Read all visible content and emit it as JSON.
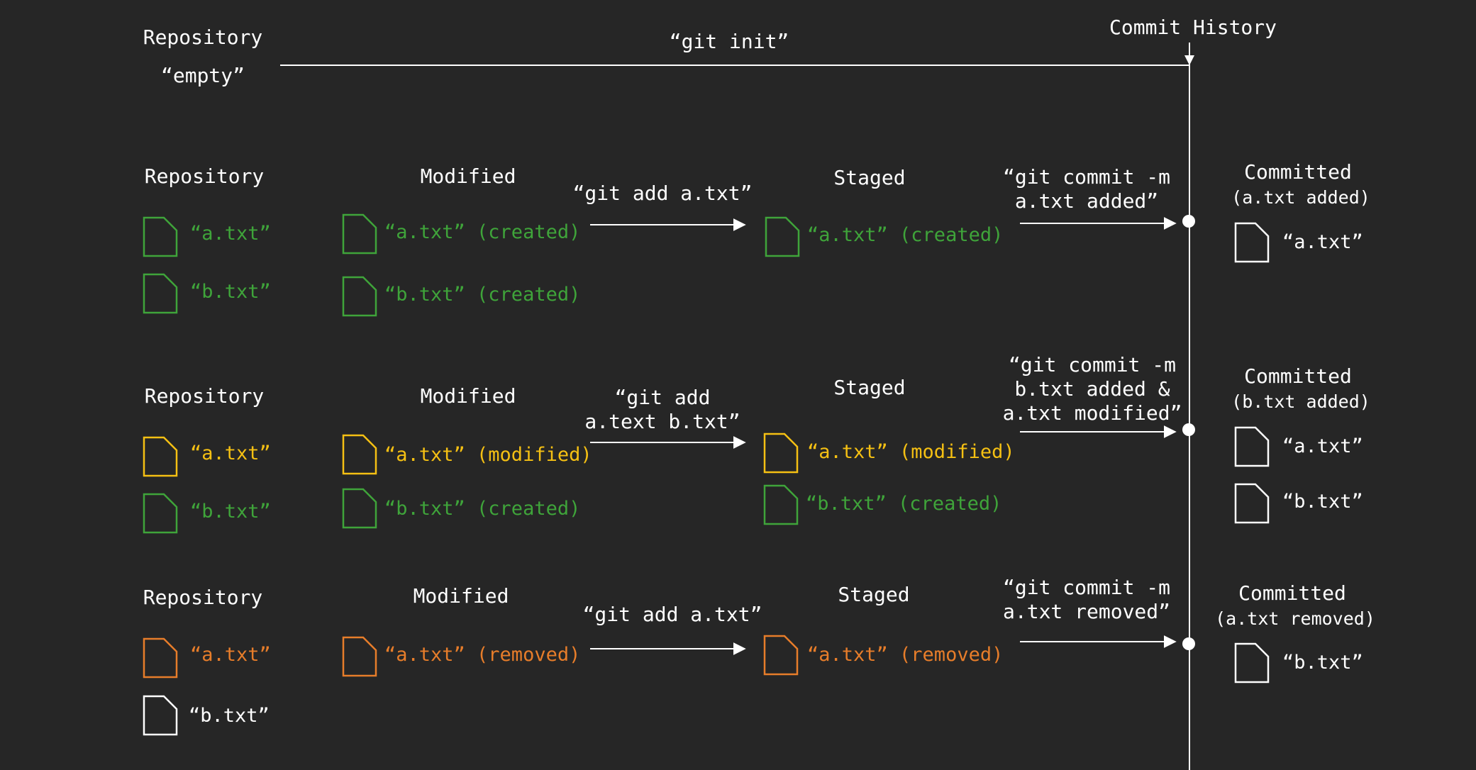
{
  "colors": {
    "background": "#262626",
    "green": "#3fa43a",
    "yellow": "#f5c013",
    "orange": "#e77d2a",
    "white": "#ffffff"
  },
  "commit_history": {
    "title": "Commit History"
  },
  "init_row": {
    "repository": "Repository",
    "state": "“empty”",
    "command": "“git init”"
  },
  "row1": {
    "repository": "Repository",
    "repo_files": [
      {
        "label": "“a.txt”",
        "color": "green",
        "icon": "file-icon"
      },
      {
        "label": "“b.txt”",
        "color": "green",
        "icon": "file-icon"
      }
    ],
    "modified": "Modified",
    "modified_files": [
      {
        "label": "“a.txt” (created)",
        "color": "green",
        "icon": "file-icon"
      },
      {
        "label": "“b.txt” (created)",
        "color": "green",
        "icon": "file-icon"
      }
    ],
    "add_command": "“git add a.txt”",
    "staged": "Staged",
    "staged_files": [
      {
        "label": "“a.txt” (created)",
        "color": "green",
        "icon": "file-icon"
      }
    ],
    "commit_command": "“git commit -m\na.txt added”",
    "committed": "Committed",
    "committed_sub": "(a.txt added)",
    "committed_files": [
      {
        "label": "“a.txt”",
        "color": "white",
        "icon": "file-icon"
      }
    ]
  },
  "row2": {
    "repository": "Repository",
    "repo_files": [
      {
        "label": "“a.txt”",
        "color": "yellow",
        "icon": "file-icon"
      },
      {
        "label": "“b.txt”",
        "color": "green",
        "icon": "file-icon"
      }
    ],
    "modified": "Modified",
    "modified_files": [
      {
        "label": "“a.txt” (modified)",
        "color": "yellow",
        "icon": "file-icon"
      },
      {
        "label": "“b.txt” (created)",
        "color": "green",
        "icon": "file-icon"
      }
    ],
    "add_command": "“git add\na.text b.txt”",
    "staged": "Staged",
    "staged_files": [
      {
        "label": "“a.txt” (modified)",
        "color": "yellow",
        "icon": "file-icon"
      },
      {
        "label": "“b.txt” (created)",
        "color": "green",
        "icon": "file-icon"
      }
    ],
    "commit_command": "“git commit -m\nb.txt added &\na.txt modified”",
    "committed": "Committed",
    "committed_sub": "(b.txt added)",
    "committed_files": [
      {
        "label": "“a.txt”",
        "color": "white",
        "icon": "file-icon"
      },
      {
        "label": "“b.txt”",
        "color": "white",
        "icon": "file-icon"
      }
    ]
  },
  "row3": {
    "repository": "Repository",
    "repo_files": [
      {
        "label": "“a.txt”",
        "color": "orange",
        "icon": "file-icon"
      },
      {
        "label": "“b.txt”",
        "color": "white",
        "icon": "file-icon"
      }
    ],
    "modified": "Modified",
    "modified_files": [
      {
        "label": "“a.txt” (removed)",
        "color": "orange",
        "icon": "file-icon"
      }
    ],
    "add_command": "“git add a.txt”",
    "staged": "Staged",
    "staged_files": [
      {
        "label": "“a.txt” (removed)",
        "color": "orange",
        "icon": "file-icon"
      }
    ],
    "commit_command": "“git commit -m\na.txt removed”",
    "committed": "Committed",
    "committed_sub": "(a.txt removed)",
    "committed_files": [
      {
        "label": "“b.txt”",
        "color": "white",
        "icon": "file-icon"
      }
    ]
  }
}
